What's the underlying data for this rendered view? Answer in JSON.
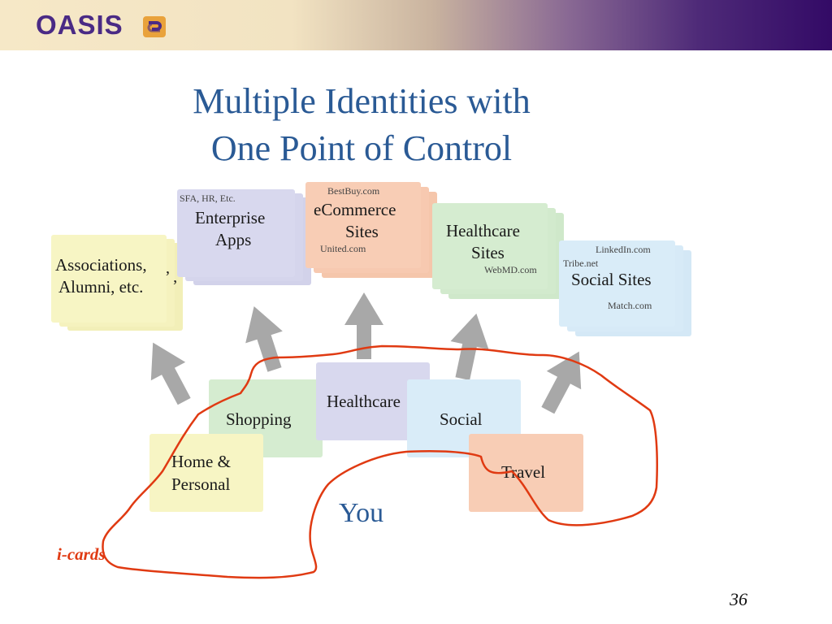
{
  "logo": {
    "text": "OASIS"
  },
  "title": {
    "line1": "Multiple Identities with",
    "line2": "One Point of Control"
  },
  "sites": {
    "associations": {
      "line1": "Associations,",
      "line2": "Alumni, etc."
    },
    "enterprise": {
      "tag": "SFA, HR, Etc.",
      "line1": "Enterprise",
      "line2": "Apps"
    },
    "ecommerce": {
      "tag1": "BestBuy.com",
      "line1": "eCommerce",
      "line2": "Sites",
      "tag2": "United.com"
    },
    "healthcare": {
      "line1": "Healthcare",
      "line2": "Sites",
      "tag": "WebMD.com"
    },
    "social": {
      "tag1": "LinkedIn.com",
      "tag2": "Tribe.net",
      "line1": "Social Sites",
      "tag3": "Match.com"
    }
  },
  "cards": {
    "shopping": "Shopping",
    "healthcare": "Healthcare",
    "social": "Social",
    "home_line1": "Home &",
    "home_line2": "Personal",
    "travel": "Travel"
  },
  "you": "You",
  "annotation": "i-cards",
  "page_number": "36",
  "colors": {
    "brand_purple": "#4a2a85",
    "title_blue": "#2a5a95",
    "annotation_red": "#e03a12",
    "yellow_card": "#f7f5c4",
    "lavender_card": "#d8d8ee",
    "peach_card": "#f8cdb5",
    "green_card": "#d5ecd0",
    "blue_card": "#d9ecf8"
  }
}
